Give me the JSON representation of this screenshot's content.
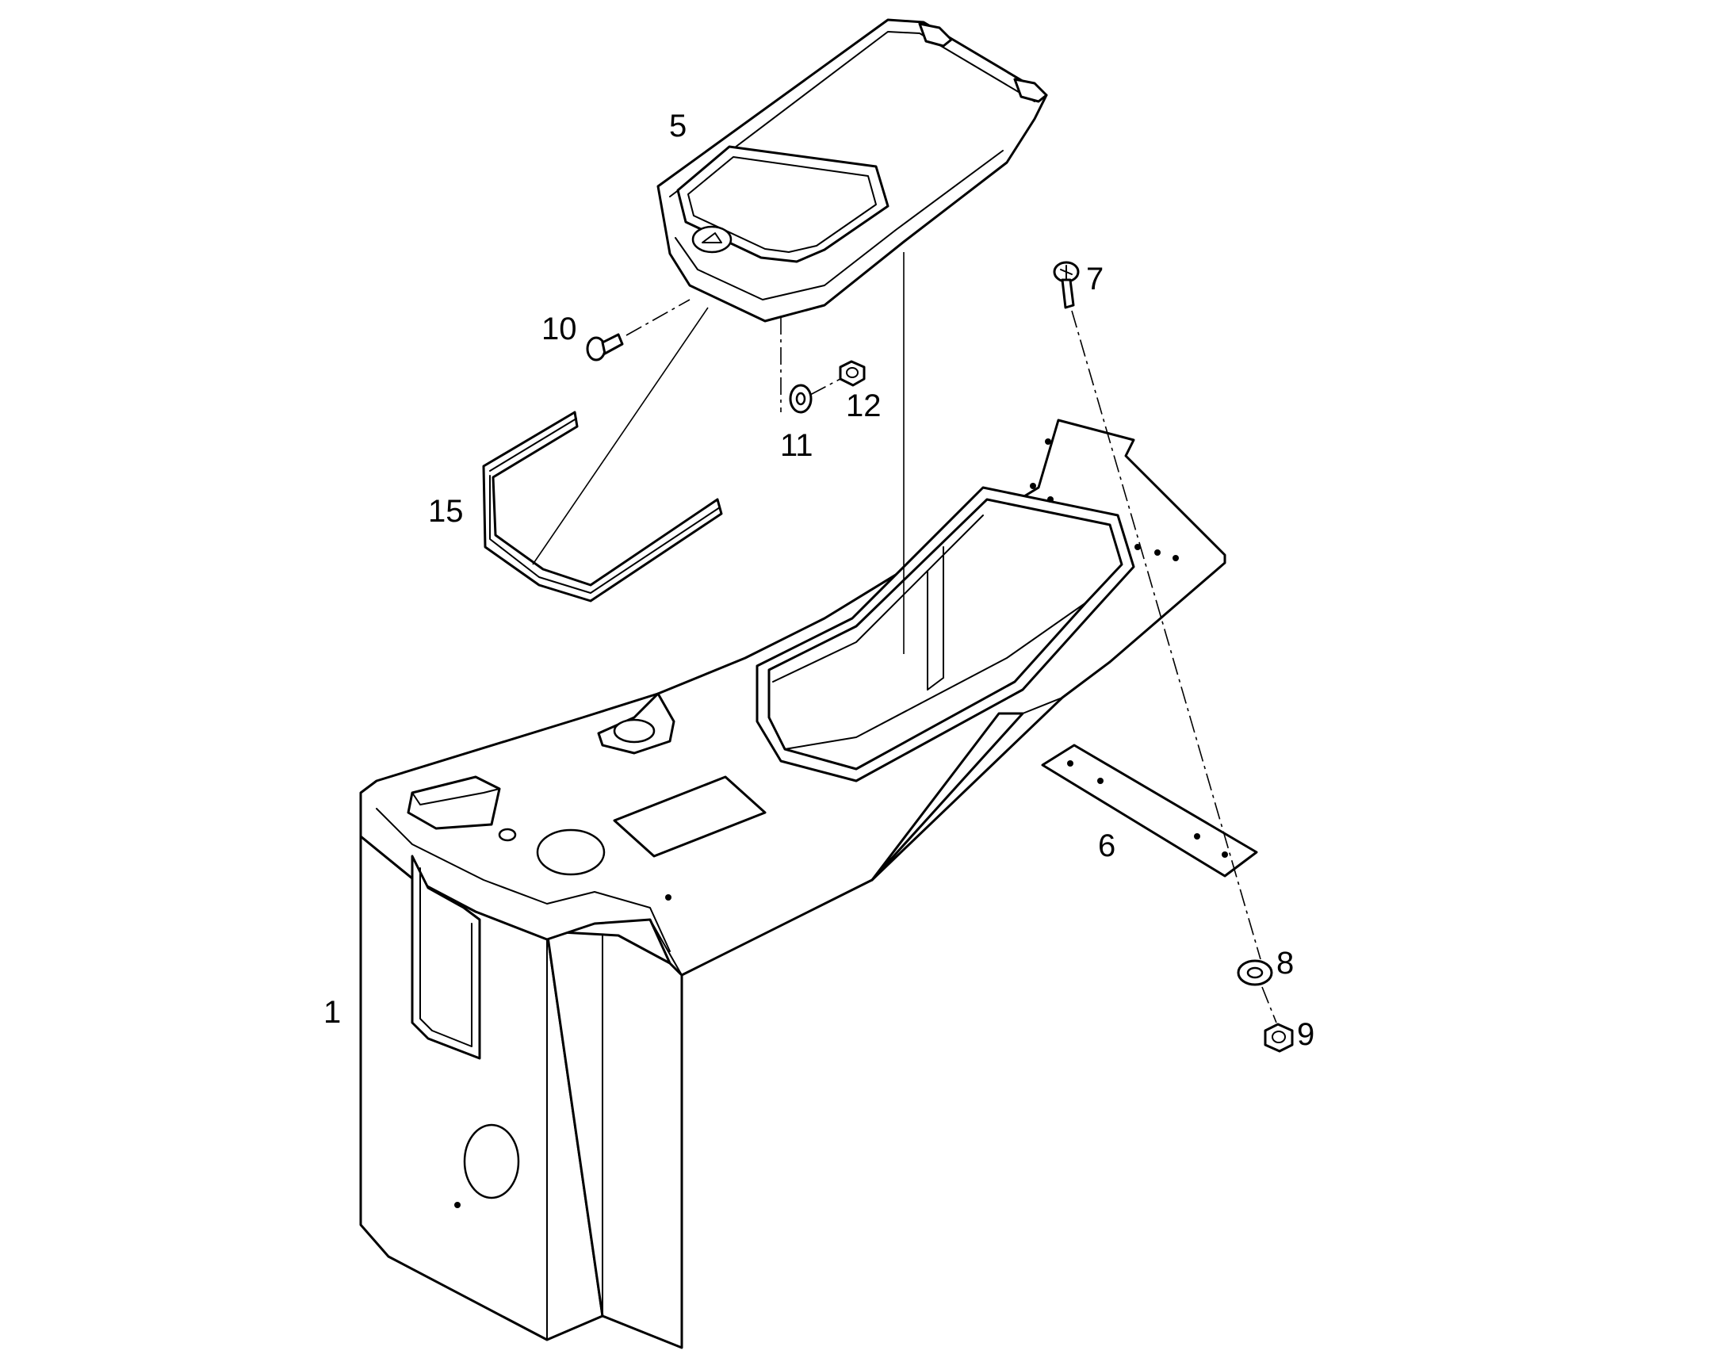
{
  "diagram": {
    "callouts": [
      {
        "id": "c1",
        "label": "1"
      },
      {
        "id": "c5",
        "label": "5"
      },
      {
        "id": "c6",
        "label": "6"
      },
      {
        "id": "c7",
        "label": "7"
      },
      {
        "id": "c8",
        "label": "8"
      },
      {
        "id": "c9",
        "label": "9"
      },
      {
        "id": "c10",
        "label": "10"
      },
      {
        "id": "c11",
        "label": "11"
      },
      {
        "id": "c12",
        "label": "12"
      },
      {
        "id": "c15",
        "label": "15"
      }
    ]
  }
}
